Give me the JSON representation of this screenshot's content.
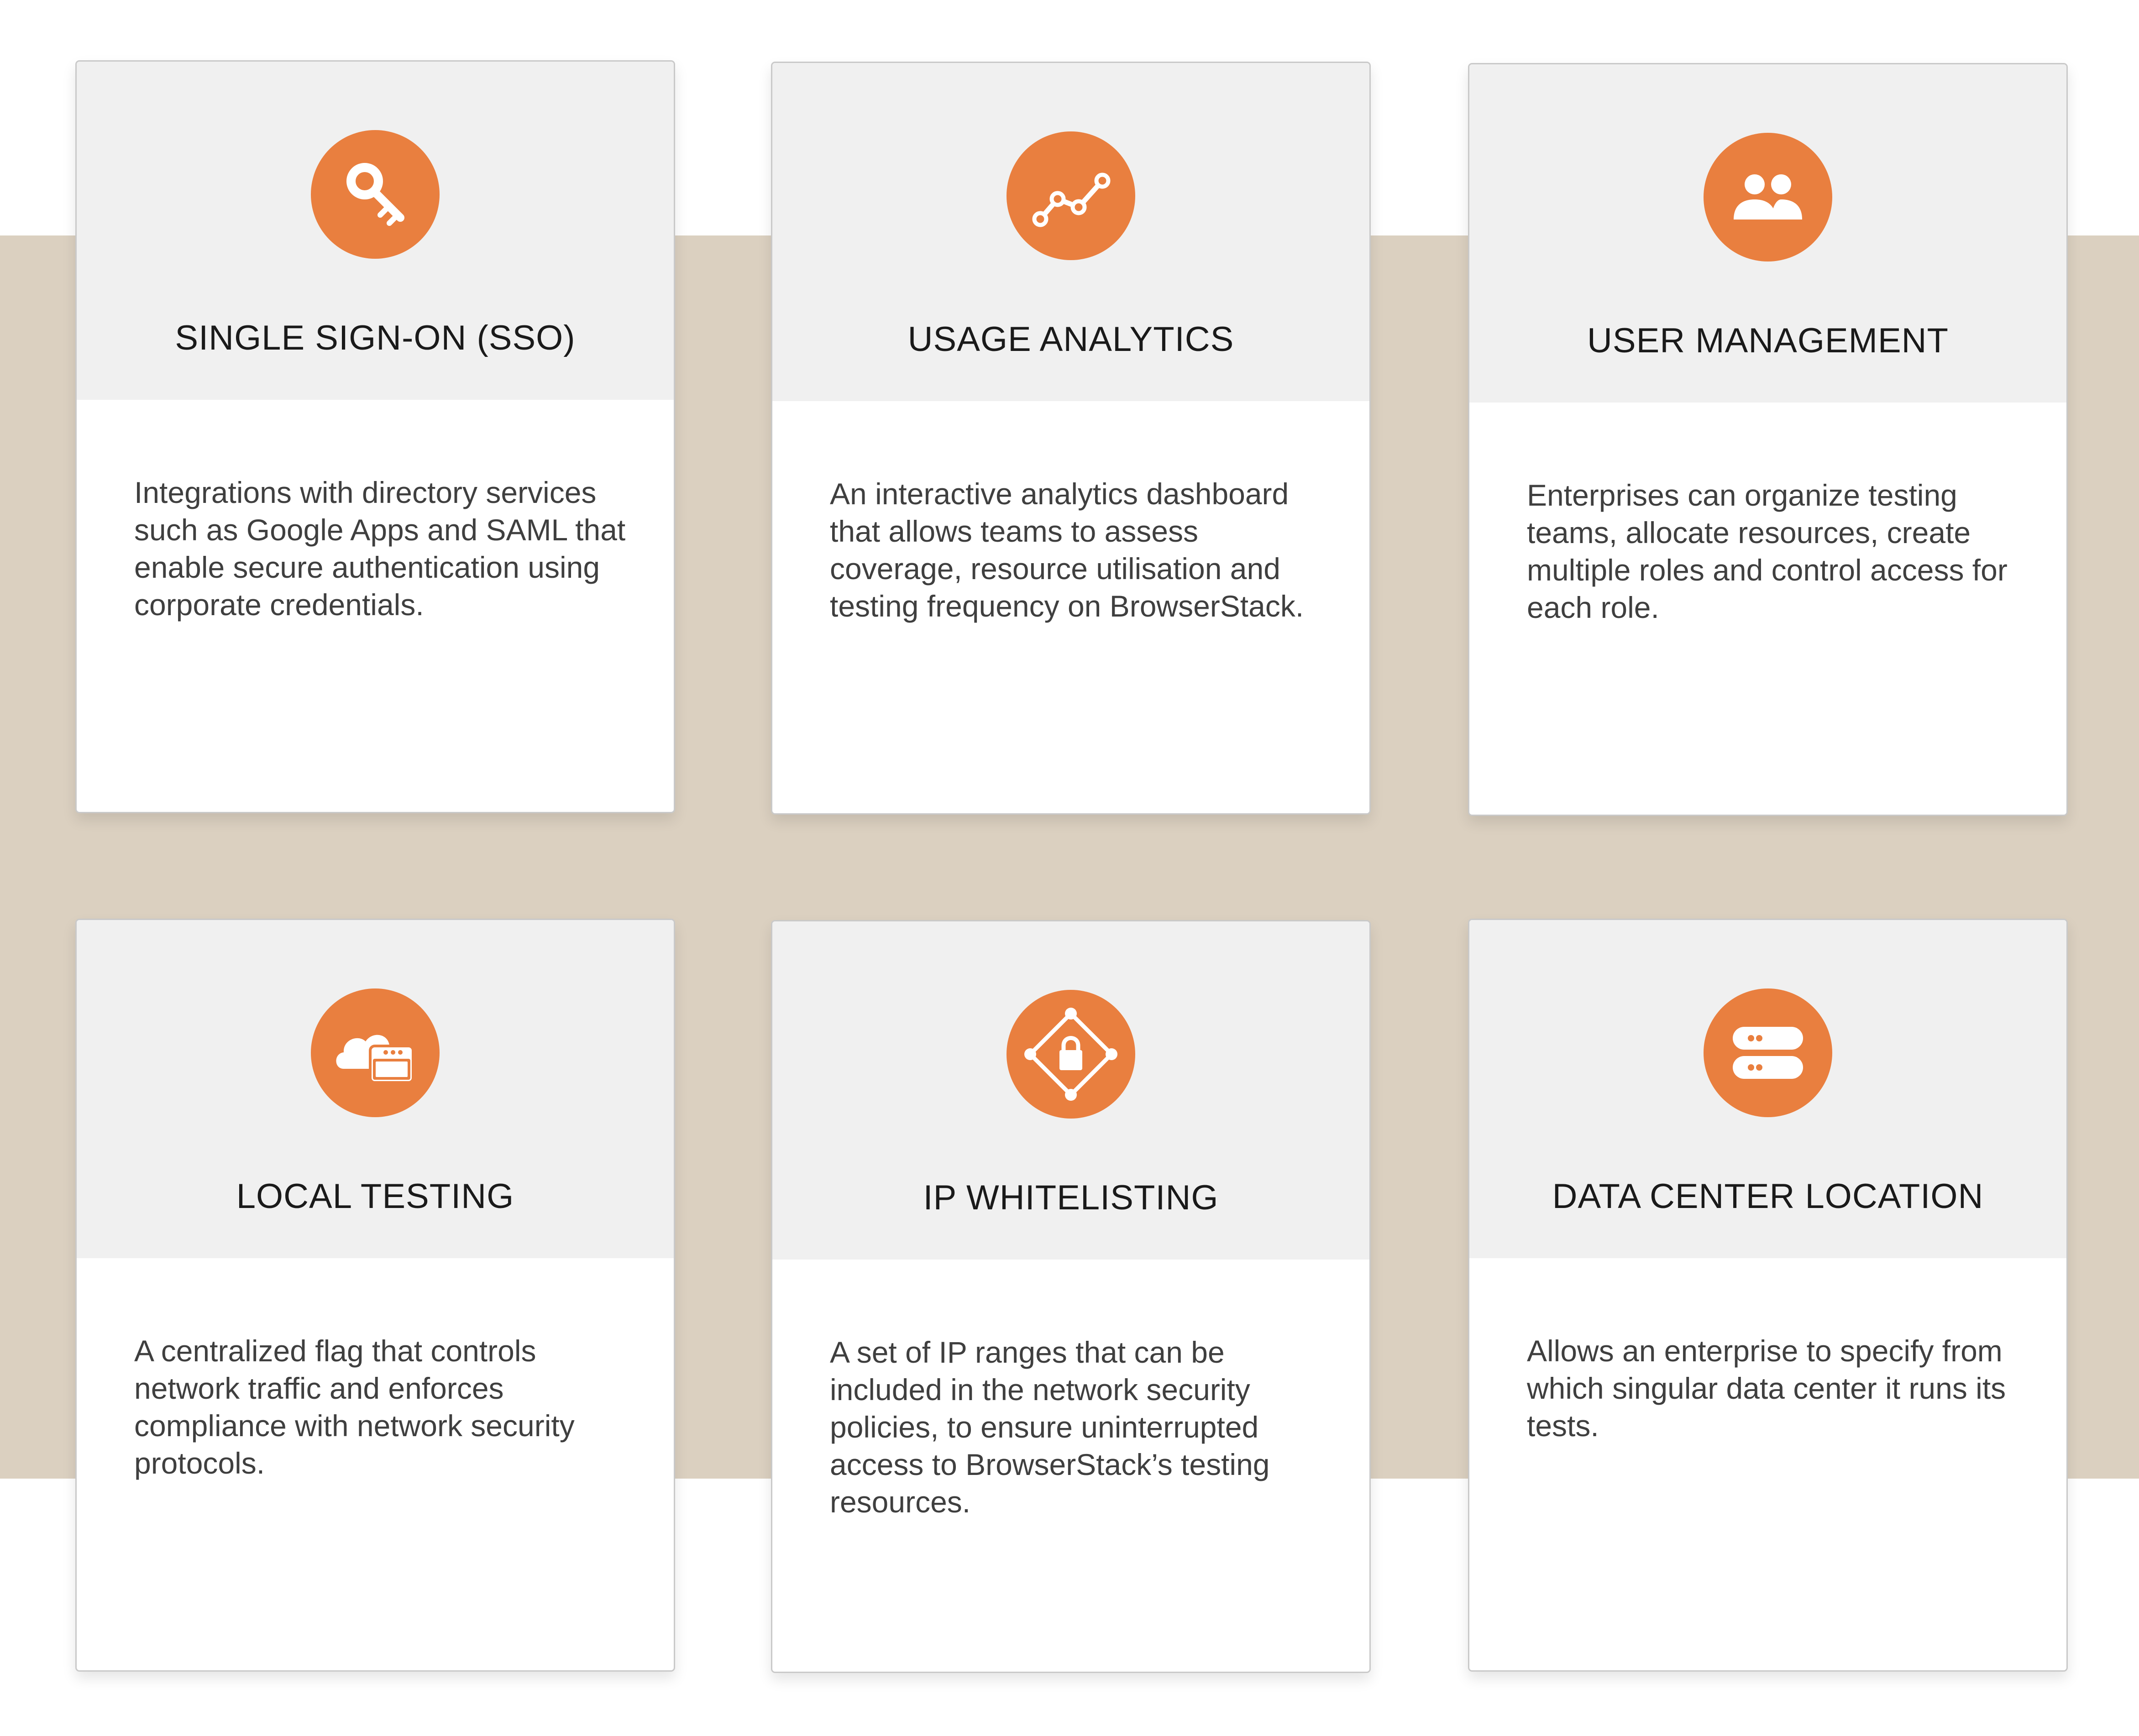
{
  "features": [
    {
      "icon": "key-icon",
      "title": "SINGLE SIGN-ON (SSO)",
      "description": "Integrations with directory services such as Google Apps and SAML that enable secure authentication using corporate credentials."
    },
    {
      "icon": "analytics-line-icon",
      "title": "USAGE ANALYTICS",
      "description": "An interactive analytics dashboard that allows teams to assess coverage, resource utilisation and testing frequency on BrowserStack."
    },
    {
      "icon": "users-icon",
      "title": "USER MANAGEMENT",
      "description": "Enterprises can organize testing teams, allocate resources, create multiple roles and control access for each role."
    },
    {
      "icon": "cloud-window-icon",
      "title": "LOCAL TESTING",
      "description": "A centralized flag that controls network traffic and enforces compliance with network security protocols."
    },
    {
      "icon": "network-lock-icon",
      "title": "IP WHITELISTING",
      "description": "A set of IP ranges that can be included in the network security policies, to ensure uninterrupted access to BrowserStack’s testing resources."
    },
    {
      "icon": "server-icon",
      "title": "DATA CENTER LOCATION",
      "description": "Allows an enterprise to specify from which singular data center it runs its tests."
    }
  ],
  "colors": {
    "accent": "#e97f3f",
    "band": "#dbd0c0",
    "card_header": "#f0f0f0",
    "title_text": "#1a1a1a",
    "body_text": "#3f3f3f"
  }
}
